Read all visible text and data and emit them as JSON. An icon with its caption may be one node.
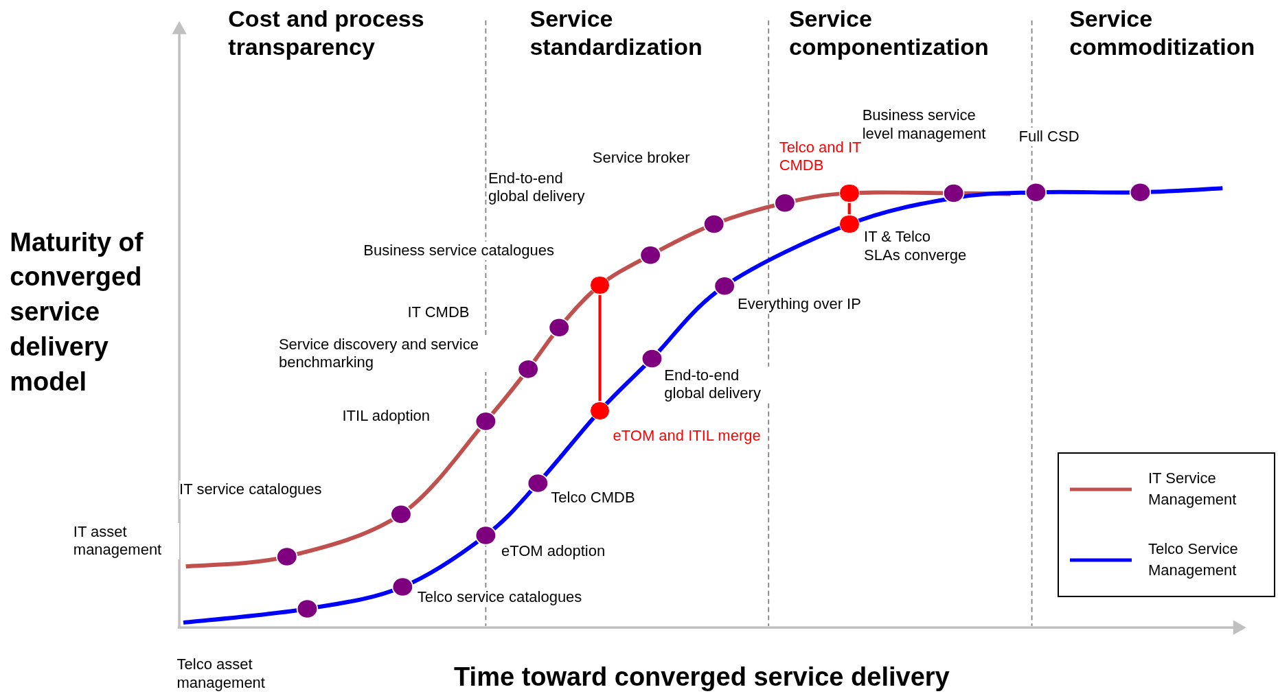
{
  "diagram": {
    "nodes": [
      {
        "text": [],
        "shape": "circle"
      },
      {
        "text": [],
        "shape": "circle"
      },
      {
        "text": [],
        "shape": "circle"
      },
      {
        "text": [],
        "shape": "circle"
      }
    ],
    "edges": [
      {
        "from": 0,
        "to": 1,
        "arrow": "none"
      },
      {
        "from": 2,
        "to": 3,
        "arrow": "none"
      }
    ],
    "labels": [
      "Cost and process transparency",
      "Service standardization",
      "Service componentization",
      "Service commoditization",
      "Full CSD",
      "Business service level management",
      "Service broker",
      "Telco and IT CMDB",
      "End-to-end global delivery",
      "IT & Telco SLAs converge",
      "Maturity of converged service delivery model",
      "Business service catalogues",
      "Everything over IP",
      "IT CMDB",
      "Service discovery and service benchmarking",
      "End-to-end global delivery",
      "ITIL adoption",
      "eTOM and ITIL merge",
      "IT service catalogues",
      "Telco CMDB",
      "IT asset management",
      "eTOM adoption",
      "Telco service catalogues",
      "Telco asset management",
      "Time toward converged service delivery"
    ],
    "legend": [
      {
        "text": "IT Service Management",
        "color": "#c0504d"
      },
      {
        "text": "Telco Service Management",
        "color": "#0000ff"
      }
    ]
  }
}
